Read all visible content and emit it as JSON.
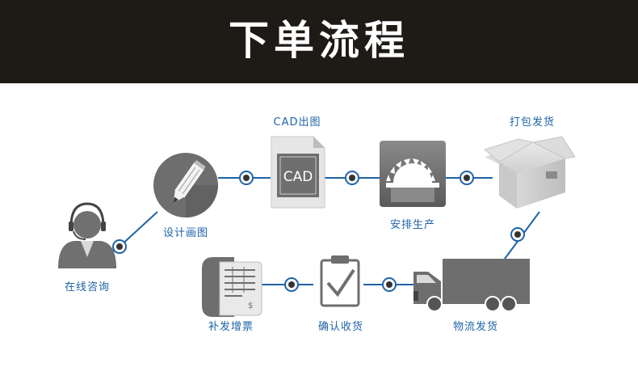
{
  "header": {
    "title": "下单流程"
  },
  "steps": {
    "consult": "在线咨询",
    "design": "设计画图",
    "cad": "CAD出图",
    "produce": "安排生产",
    "pack": "打包发货",
    "logistics": "物流发货",
    "confirm": "确认收货",
    "invoice": "补发增票"
  },
  "icons": {
    "cad_text": "CAD",
    "consult": "headset-person-icon",
    "design": "pencil-icon",
    "cad": "cad-document-icon",
    "produce": "saw-blade-icon",
    "pack": "cardboard-box-icon",
    "logistics": "truck-icon",
    "confirm": "clipboard-check-icon",
    "invoice": "invoice-icon"
  },
  "colors": {
    "header_bg": "#1e1a16",
    "accent": "#1e63a8",
    "icon_gray": "#6e6e6e"
  }
}
